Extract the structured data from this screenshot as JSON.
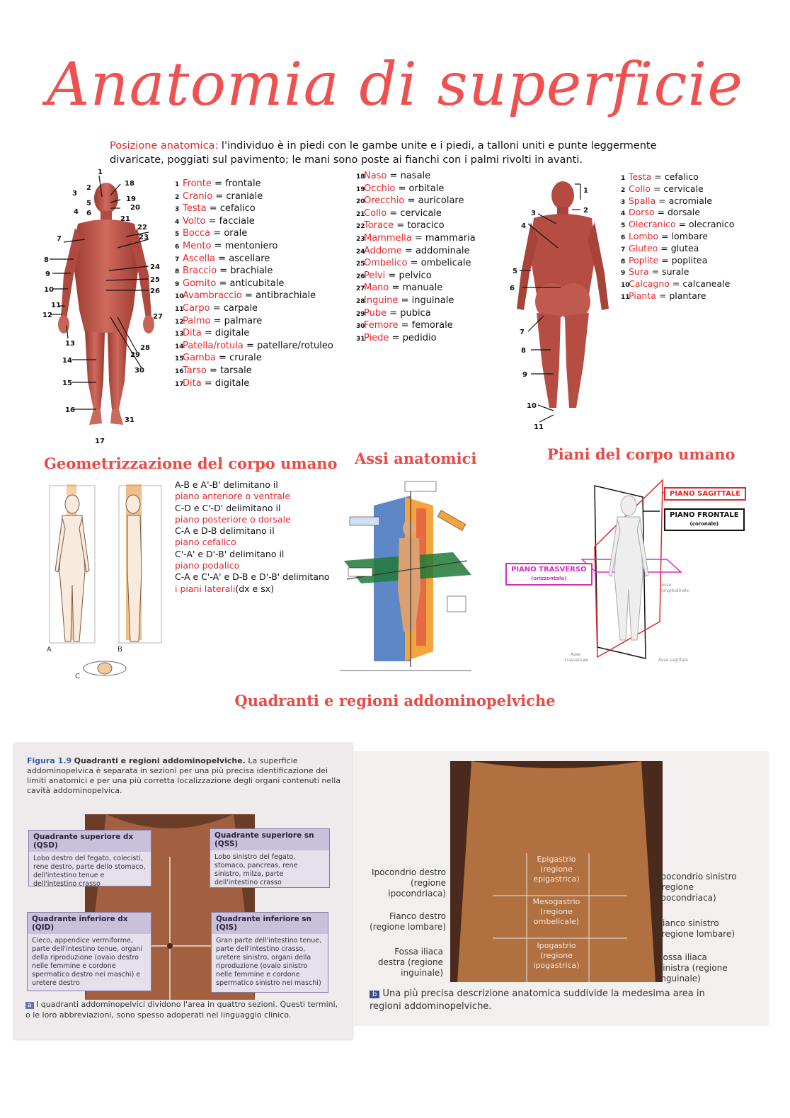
{
  "title": "Anatomia di superficie",
  "definition": {
    "term": "Posizione anatomica:",
    "text": " l'individuo è in piedi con le gambe unite e i piedi, a talloni uniti e punte leggermente divaricate, poggiati sul pavimento; le mani sono poste ai fianchi con i palmi rivolti in avanti."
  },
  "anterior_list_a": [
    {
      "n": "1",
      "term": "Fronte",
      "adj": "frontale"
    },
    {
      "n": "2",
      "term": "Cranio",
      "adj": "craniale"
    },
    {
      "n": "3",
      "term": "Testa",
      "adj": "cefalico"
    },
    {
      "n": "4",
      "term": "Volto",
      "adj": "facciale"
    },
    {
      "n": "5",
      "term": "Bocca",
      "adj": "orale"
    },
    {
      "n": "6",
      "term": "Mento",
      "adj": "mentoniero"
    },
    {
      "n": "7",
      "term": "Ascella",
      "adj": "ascellare"
    },
    {
      "n": "8",
      "term": "Braccio",
      "adj": "brachiale"
    },
    {
      "n": "9",
      "term": "Gomito",
      "adj": "anticubitale"
    },
    {
      "n": "10",
      "term": "Avambraccio",
      "adj": "antibrachiale"
    },
    {
      "n": "11",
      "term": "Carpo",
      "adj": "carpale"
    },
    {
      "n": "12",
      "term": "Palmo",
      "adj": "palmare"
    },
    {
      "n": "13",
      "term": "Dita",
      "adj": "digitale"
    },
    {
      "n": "14",
      "term": "Patella/rotula",
      "adj": "patellare/rotuleo"
    },
    {
      "n": "15",
      "term": "Gamba",
      "adj": "crurale"
    },
    {
      "n": "16",
      "term": "Tarso",
      "adj": "tarsale"
    },
    {
      "n": "17",
      "term": "Dita",
      "adj": "digitale"
    }
  ],
  "anterior_list_b": [
    {
      "n": "18",
      "term": "Naso",
      "adj": "nasale"
    },
    {
      "n": "19",
      "term": "Occhio",
      "adj": "orbitale"
    },
    {
      "n": "20",
      "term": "Orecchio",
      "adj": "auricolare"
    },
    {
      "n": "21",
      "term": "Collo",
      "adj": "cervicale"
    },
    {
      "n": "22",
      "term": "Torace",
      "adj": "toracico"
    },
    {
      "n": "23",
      "term": "Mammella",
      "adj": "mammaria"
    },
    {
      "n": "24",
      "term": "Addome",
      "adj": "addominale"
    },
    {
      "n": "25",
      "term": "Ombelico",
      "adj": "ombelicale"
    },
    {
      "n": "26",
      "term": "Pelvi",
      "adj": "pelvico"
    },
    {
      "n": "27",
      "term": "Mano",
      "adj": "manuale"
    },
    {
      "n": "28",
      "term": "Inguine",
      "adj": "inguinale"
    },
    {
      "n": "29",
      "term": "Pube",
      "adj": "pubica"
    },
    {
      "n": "30",
      "term": "Femore",
      "adj": "femorale"
    },
    {
      "n": "31",
      "term": "Piede",
      "adj": "pedidio"
    }
  ],
  "posterior_list": [
    {
      "n": "1",
      "term": "Testa",
      "adj": "cefalico"
    },
    {
      "n": "2",
      "term": "Collo",
      "adj": "cervicale"
    },
    {
      "n": "3",
      "term": "Spalla",
      "adj": "acromiale"
    },
    {
      "n": "4",
      "term": "Dorso",
      "adj": "dorsale"
    },
    {
      "n": "5",
      "term": "Olecranico",
      "adj": "olecranico"
    },
    {
      "n": "6",
      "term": "Lombo",
      "adj": "lombare"
    },
    {
      "n": "7",
      "term": "Gluteo",
      "adj": "glutea"
    },
    {
      "n": "8",
      "term": "Poplite",
      "adj": "poplitea"
    },
    {
      "n": "9",
      "term": "Sura",
      "adj": "surale"
    },
    {
      "n": "10",
      "term": "Calcagno",
      "adj": "calcaneale"
    },
    {
      "n": "11",
      "term": "Pianta",
      "adj": "plantare"
    }
  ],
  "sections": {
    "geometrization": "Geometrizzazione del corpo umano",
    "axes": "Assi anatomici",
    "planes": "Piani del corpo umano",
    "quadrants": "Quadranti e regioni addominopelviche"
  },
  "geometry_text": [
    {
      "t": "A-B e A'-B' delimitano il",
      "red": false
    },
    {
      "t": "piano anteriore o ventrale",
      "red": true
    },
    {
      "t": "C-D e C'-D' delimitano il",
      "red": false
    },
    {
      "t": "piano posteriore o dorsale",
      "red": true
    },
    {
      "t": "C-A e D-B delimitano il",
      "red": false
    },
    {
      "t": "piano cefalico",
      "red": true
    },
    {
      "t": "C'-A' e D'-B' delimitano il",
      "red": false
    },
    {
      "t": "piano podalico",
      "red": true
    },
    {
      "t": "C-A e C'-A' e D-B e D'-B' delimitano",
      "red": false
    }
  ],
  "geometry_last": {
    "red": "i piani laterali",
    "black": "(dx e sx)"
  },
  "geo_figure_letters": [
    "A",
    "B",
    "C"
  ],
  "planes": {
    "sagittal": "PIANO SAGITTALE",
    "frontal": "PIANO FRONTALE",
    "frontal_sub": "(coronale)",
    "transverse": "PIANO TRASVERSO",
    "transverse_sub": "(orizzontale)"
  },
  "book_a": {
    "fig_label": "Figura 1.9",
    "fig_title": "Quadranti e regioni addominopelviche.",
    "fig_text": " La superficie addominopelvica è separata in sezioni per una più precisa identificazione dei limiti anatomici e per una più corretta localizzazione degli organi contenuti nella cavità addominopelvica.",
    "quadrants": [
      {
        "title": "Quadrante superiore dx (QSD)",
        "body": "Lobo destro del fegato, colecisti, rene destro, parte dello stomaco, dell'intestino tenue e dell'intestino crasso"
      },
      {
        "title": "Quadrante superiore sn (QSS)",
        "body": "Lobo sinistro del fegato, stomaco, pancreas, rene sinistro, milza, parte dell'intestino crasso"
      },
      {
        "title": "Quadrante inferiore dx (QID)",
        "body": "Cieco, appendice vermiforme, parte dell'intestino tenue, organi della riproduzione (ovaio destro nelle femmine e cordone spermatico destro nei maschi) e uretere destro"
      },
      {
        "title": "Quadrante inferiore sn (QIS)",
        "body": "Gran parte dell'intestino tenue, parte dell'intestino crasso, uretere sinistro, organi della riproduzione (ovaio sinistro nelle femmine e cordone spermatico sinistro nei maschi)"
      }
    ],
    "caption_tag": "a",
    "caption": "I quadranti addominopelvici dividono l'area in quattro sezioni. Questi termini, o le loro abbreviazioni, sono spesso adoperati nel linguaggio clinico."
  },
  "book_b": {
    "left": [
      "Ipocondrio destro (regione ipocondriaca)",
      "Fianco destro (regione lombare)",
      "Fossa iliaca destra (regione inguinale)"
    ],
    "right": [
      "Ipocondrio sinistro (regione ipocondriaca)",
      "Fianco sinistro (regione lombare)",
      "Fossa iliaca sinistra (regione inguinale)"
    ],
    "center": [
      "Epigastrio (regione epigastrica)",
      "Mesogastrio (regione ombelicale)",
      "Ipogastrio (regione ipogastrica)"
    ],
    "caption_tag": "b",
    "caption": "Una più precisa descrizione anatomica suddivide la medesima area in regioni addominopelviche."
  },
  "colors": {
    "accent": "#e8262d",
    "title": "#ef5150",
    "plane_red": "#e0292c",
    "plane_magenta": "#d62fbf",
    "muscle": "#b7463d"
  }
}
